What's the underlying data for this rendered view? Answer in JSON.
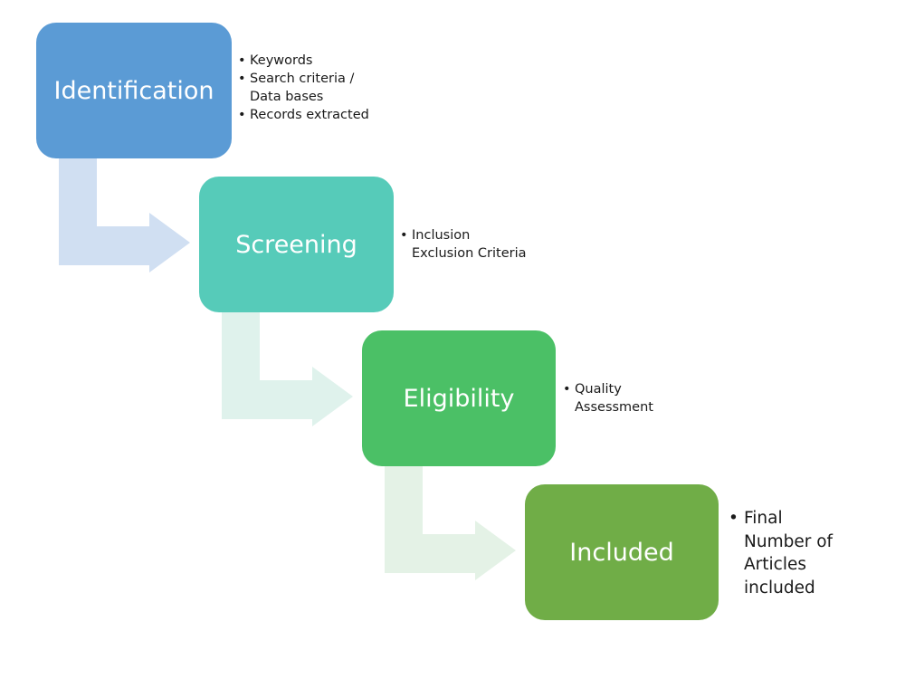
{
  "diagram": {
    "steps": [
      {
        "label": "Identification",
        "color": "#5b9bd5",
        "notes": [
          "Keywords",
          "Search criteria /\nData bases",
          "Records extracted"
        ]
      },
      {
        "label": "Screening",
        "color": "#56cbb9",
        "notes": [
          "Inclusion\nExclusion Criteria"
        ]
      },
      {
        "label": "Eligibility",
        "color": "#4bc066",
        "notes": [
          "Quality\nAssessment"
        ]
      },
      {
        "label": "Included",
        "color": "#70ad47",
        "notes": [
          "Final\nNumber of\nArticles\nincluded"
        ]
      }
    ],
    "connector_colors": [
      "#d0dff2",
      "#dff2ec",
      "#e4f2e6"
    ]
  }
}
